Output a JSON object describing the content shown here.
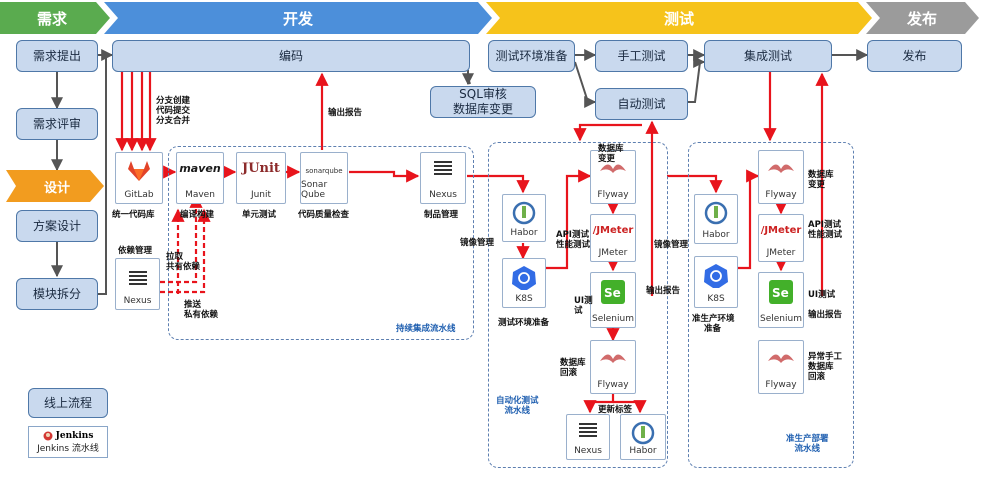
{
  "phases": {
    "req": "需求",
    "dev": "开发",
    "test": "测试",
    "release": "发布"
  },
  "left": {
    "proposal": "需求提出",
    "review": "需求评审",
    "design": "设计",
    "plan": "方案设计",
    "split": "模块拆分"
  },
  "top": {
    "coding": "编码",
    "sql_line1": "SQL审核",
    "sql_line2": "数据库变更",
    "test_env": "测试环境准备",
    "manual": "手工测试",
    "auto": "自动测试",
    "integration": "集成测试",
    "release": "发布"
  },
  "nodes": {
    "gitlab": "GitLab",
    "maven": "Maven",
    "maven_logo": "maven",
    "junit": "Junit",
    "junit_logo": "JUnit",
    "sonar": "Sonar Qube",
    "sonar_logo": "sonarqube",
    "nexus": "Nexus",
    "harbor": "Habor",
    "k8s": "K8S",
    "flyway": "Flyway",
    "jmeter": "JMeter",
    "selenium": "Selenium"
  },
  "captions": {
    "branch": [
      "分支创建",
      "代码提交",
      "分支合并"
    ],
    "repo": "统一代码库",
    "deps": "依赖管理",
    "pull": [
      "拉取",
      "共有依赖"
    ],
    "push": [
      "推送",
      "私有依赖"
    ],
    "build": "编译构建",
    "unit_test": "单元测试",
    "quality": "代码质量检查",
    "output_report": "输出报告",
    "artifact": "制品管理",
    "image_mgmt": "镜像管理",
    "test_env_prep": "测试环境准备",
    "db_change": [
      "数据库",
      "变更"
    ],
    "api_test": [
      "API测试",
      "性能测试"
    ],
    "ui_test": [
      "UI测",
      "试"
    ],
    "output_report2": "输出报告",
    "db_rollback": [
      "数据库",
      "回滚"
    ],
    "update_tag": "更新标签",
    "image_mgmt2": "镜像管理",
    "prod_env_prep": [
      "准生产环境",
      "准备"
    ],
    "db_change2": [
      "数据库",
      "变更"
    ],
    "api_test2": [
      "API测试",
      "性能测试"
    ],
    "ui_test2": "UI测试",
    "output_report3": "输出报告",
    "manual_rollback": [
      "异常手工",
      "数据库",
      "回滚"
    ]
  },
  "pipelines": {
    "ci": "持续集成流水线",
    "auto_test": [
      "自动化测试",
      "流水线"
    ],
    "prod": [
      "准生产部署",
      "流水线"
    ]
  },
  "legend": {
    "online": "线上流程",
    "jenkins_logo": "Jenkins",
    "jenkins": "Jenkins 流水线"
  },
  "colors": {
    "red": "#e8141c",
    "blue_fill": "#c9d9ee",
    "green": "#5aab4f",
    "orange": "#f29c1f",
    "yellow": "#f6c31b",
    "gray": "#9b9b9b"
  }
}
